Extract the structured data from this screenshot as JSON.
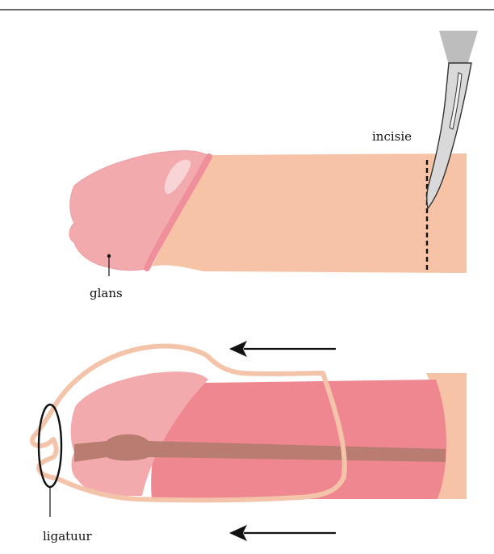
{
  "labels": {
    "incision": "incisie",
    "glans": "glans",
    "ligature": "ligatuur"
  },
  "colors": {
    "skin": "#f6c3a6",
    "glans": "#f2aaad",
    "glans_highlight": "#f8d4d7",
    "corona": "#ef8f9c",
    "shaft_inner": "#ef8790",
    "urethra": "#b97c70",
    "foreskin_outline": "#f4c4aa",
    "ink": "#111111",
    "blade": "#d9d9d9",
    "handle": "#bdbdbd"
  },
  "icons": {
    "arrow_top": "arrow-left-icon",
    "arrow_bottom": "arrow-left-icon",
    "scalpel": "scalpel-icon"
  }
}
